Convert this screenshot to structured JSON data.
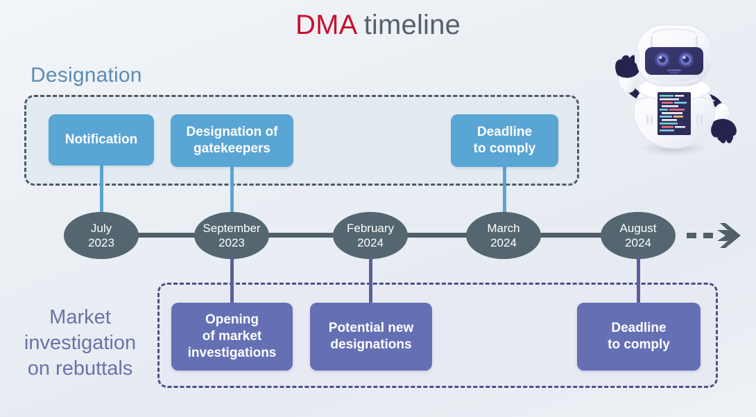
{
  "title": {
    "highlight": "DMA",
    "rest": " timeline"
  },
  "colors": {
    "title_accent": "#c8102e",
    "title_text": "#55606b",
    "designation_blue": "#5b8cb4",
    "designation_card": "#59a5d4",
    "market_purple": "#6a72a8",
    "market_card": "#6570b4",
    "node_gray": "#546670",
    "track_gray": "#516068",
    "background": "#eaeff4"
  },
  "sections": {
    "designation": {
      "label": "Designation",
      "cards": [
        {
          "name": "notification",
          "text": "Notification"
        },
        {
          "name": "designation-of-gatekeepers",
          "text": "Designation of\ngatekeepers"
        },
        {
          "name": "deadline-to-comply-top",
          "text": "Deadline\nto comply"
        }
      ]
    },
    "market_investigation": {
      "label": "Market\ninvestigation\non rebuttals",
      "cards": [
        {
          "name": "opening-of-market-investigations",
          "text": "Opening\nof market\ninvestigations"
        },
        {
          "name": "potential-new-designations",
          "text": "Potential new\ndesignations"
        },
        {
          "name": "deadline-to-comply-bottom",
          "text": "Deadline\nto comply"
        }
      ]
    }
  },
  "timeline": {
    "nodes": [
      {
        "name": "july-2023",
        "month": "July",
        "year": "2023"
      },
      {
        "name": "september-2023",
        "month": "September",
        "year": "2023"
      },
      {
        "name": "february-2024",
        "month": "February",
        "year": "2024"
      },
      {
        "name": "march-2024",
        "month": "March",
        "year": "2024"
      },
      {
        "name": "august-2024",
        "month": "August",
        "year": "2024"
      }
    ],
    "continues_arrow": "dashed-arrow-right"
  },
  "mascot": {
    "name": "robot-mascot",
    "description": "white robot with navy visor and code screen"
  }
}
